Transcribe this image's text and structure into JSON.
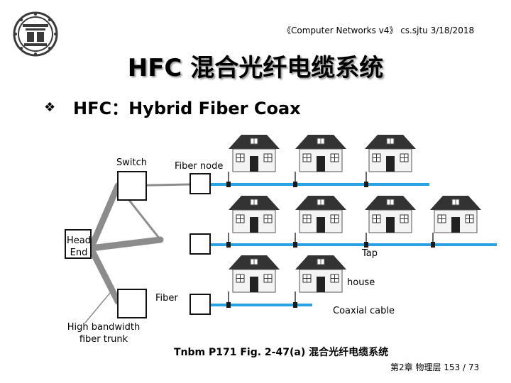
{
  "header": {
    "note": "《Computer Networks v4》 cs.sjtu 3/18/2018"
  },
  "slide": {
    "title": "HFC 混合光纤电缆系统",
    "bullet": "HFC：Hybrid Fiber Coax"
  },
  "diagram": {
    "switch_label": "Switch",
    "fiber_node_label": "Fiber node",
    "head_end_line1": "Head",
    "head_end_line2": "End",
    "tap_label": "Tap",
    "house_label": "house",
    "fiber_label": "Fiber",
    "coax_label": "Coaxial cable",
    "trunk_line1": "High bandwidth",
    "trunk_line2": "fiber trunk"
  },
  "footer": {
    "reference": "Tnbm P171 Fig. 2-47(a) 混合光纤电缆系统",
    "page": "第2章 物理层 153 / 73"
  },
  "colors": {
    "coax": "#29a3e0",
    "trunk": "#8c8c8c",
    "house_roof": "#333333",
    "house_body": "#f4f4f4"
  },
  "icons": {
    "logo": "university-seal-icon",
    "bullet": "diamond-bullet-icon",
    "house": "house-icon"
  }
}
